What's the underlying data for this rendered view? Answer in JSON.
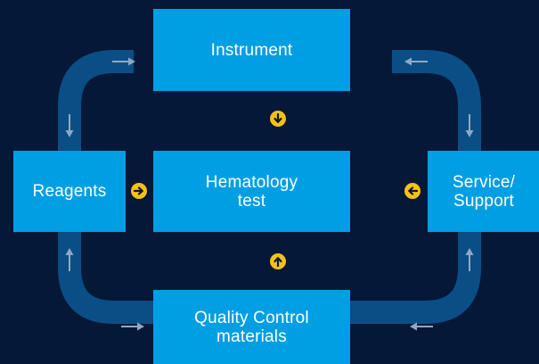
{
  "boxes": {
    "instrument": "Instrument",
    "hematology": "Hematology\ntest",
    "reagents": "Reagents",
    "service": "Service/\nSupport",
    "quality_control": "Quality Control\nmaterials"
  },
  "colors": {
    "background": "#051838",
    "box_fill": "#009ee3",
    "box_text": "#ffffff",
    "loop_track": "#0b4e86",
    "loop_arrow": "#8fa9c4",
    "indicator": "#f6c017",
    "indicator_arrow": "#051838"
  },
  "icons": {
    "loop_arrow": "arrow-icon",
    "indicator": "circled-arrow-icon"
  }
}
